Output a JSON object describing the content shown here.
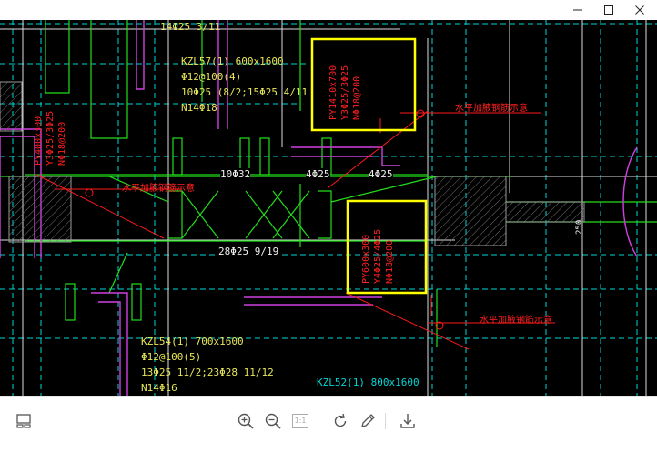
{
  "window": {
    "minimize_icon": "minimize-icon",
    "maximize_icon": "maximize-icon",
    "close_icon": "close-icon"
  },
  "drawing": {
    "top_label": "14Φ25 3/11",
    "kzl57": {
      "line1": "KZL57(1) 600x1600",
      "line2": "Φ12@100(4)",
      "line3": "10Φ25 (8/2;15Φ25 4/11",
      "line4": "N14Φ18"
    },
    "box1": {
      "line1": "PY1410x700",
      "line2": "Y3Φ25/3Φ25",
      "line3": "NΦ18@200"
    },
    "left_py": {
      "line1": "PY400x300",
      "line2": "Y3Φ25/3Φ25",
      "line3": "NΦ18@200"
    },
    "annot_right_top": "水平加腋钢筋示意",
    "annot_left": "水平加腋钢筋示意",
    "annot_right_bottom": "水平加腋钢筋示意",
    "rebar_10": "10Φ32",
    "rebar_4a": "4Φ25",
    "rebar_4b": "4Φ25",
    "rebar_28": "28Φ25 9/19",
    "box2": {
      "line1": "PY600x300",
      "line2": "Y4Φ25/4Φ25",
      "line3": "NΦ18@200"
    },
    "dim_250": "250",
    "kzl54": {
      "line1": "KZL54(1) 700x1600",
      "line2": "Φ12@100(5)",
      "line3": "13Φ25 11/2;23Φ28 11/12",
      "line4": "N14Φ16"
    },
    "kzl52": {
      "line1": "KZL52(1) 800x1600"
    }
  },
  "toolbar": {
    "layout_icon": "layout-icon",
    "zoom_in_icon": "zoom-in-icon",
    "zoom_out_icon": "zoom-out-icon",
    "actual_size_label": "1:1",
    "rotate_icon": "rotate-icon",
    "edit_icon": "pencil-icon",
    "download_icon": "download-icon"
  }
}
